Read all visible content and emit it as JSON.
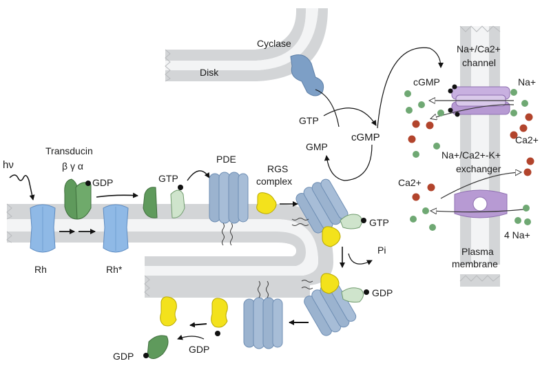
{
  "labels": {
    "cyclase": "Cyclase",
    "disk": "Disk",
    "gtp_cyclase": "GTP",
    "cgmp_center": "cGMP",
    "gmp": "GMP",
    "hv": "hν",
    "transducin": "Transducin",
    "transducin_subunits": "β γ α",
    "gdp_transducin": "GDP",
    "gtp_transducin": "GTP",
    "pde": "PDE",
    "rgs_line1": "RGS",
    "rgs_line2": "complex",
    "rh": "Rh",
    "rh_star": "Rh*",
    "gtp_complex": "GTP",
    "pi": "Pi",
    "gdp_complex": "GDP",
    "gdp_release": "GDP",
    "gdp_bottom": "GDP",
    "channel_name": "Na+/Ca2+",
    "channel_word": "channel",
    "cgmp_channel": "cGMP",
    "na_top": "Na+",
    "ca_right": "Ca2+",
    "exchanger_name": "Na+/Ca2+-K+",
    "exchanger_word": "exchanger",
    "ca_left": "Ca2+",
    "na_exchanger": "4 Na+",
    "plasma_line1": "Plasma",
    "plasma_line2": "membrane"
  },
  "colors": {
    "membrane": "#d3d5d7",
    "pde": "#9bb3cf",
    "rhodopsin": "#8fb9e6",
    "transducin": "#5f9a5c",
    "rgs": "#f3e21c",
    "channel": "#b79ad3",
    "na_ion": "#6fa873",
    "ca_ion": "#b2442c"
  }
}
